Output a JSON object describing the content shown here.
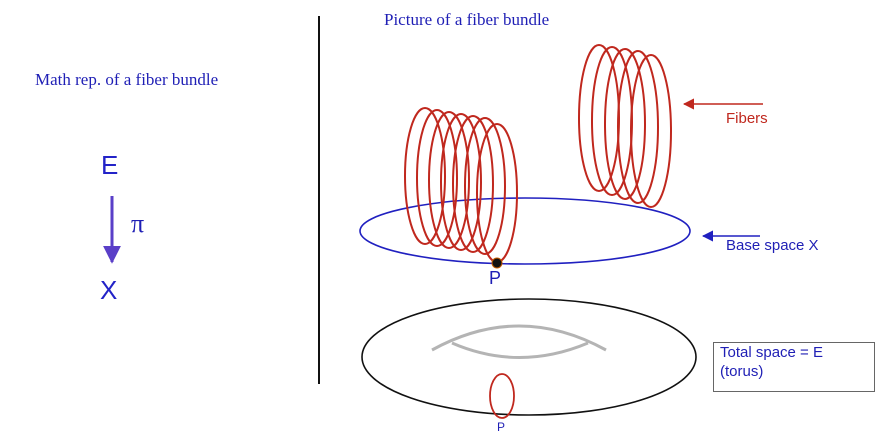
{
  "left_panel": {
    "title": "Math rep. of a fiber bundle",
    "total_symbol": "E",
    "projection_symbol": "π",
    "base_symbol": "X"
  },
  "right_panel": {
    "title": "Picture of a fiber bundle",
    "fibers_label": "Fibers",
    "base_space_label": "Base space X",
    "point_label": "P",
    "torus_point_label": "P",
    "total_space_line1": "Total space = E",
    "total_space_line2": "(torus)"
  },
  "colors": {
    "blue_text": "#1f1fb5",
    "red": "#c0281e",
    "base_circle": "#2020c0",
    "arrow_purple": "#5a3fc8",
    "divider": "#111111"
  }
}
